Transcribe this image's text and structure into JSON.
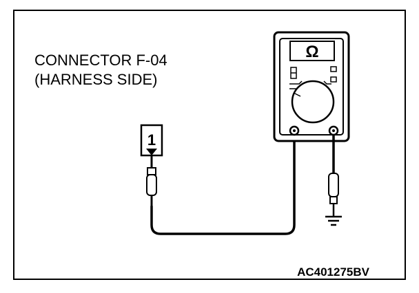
{
  "connector": {
    "line1": "CONNECTOR F-04",
    "line2": "(HARNESS SIDE)",
    "terminal": "1"
  },
  "meter": {
    "display": "Ω"
  },
  "reference_code": "AC401275BV",
  "colors": {
    "ink": "#000000",
    "paper": "#ffffff"
  },
  "icons": [
    "ohmmeter-icon",
    "ground-symbol-icon",
    "probe-icon"
  ]
}
